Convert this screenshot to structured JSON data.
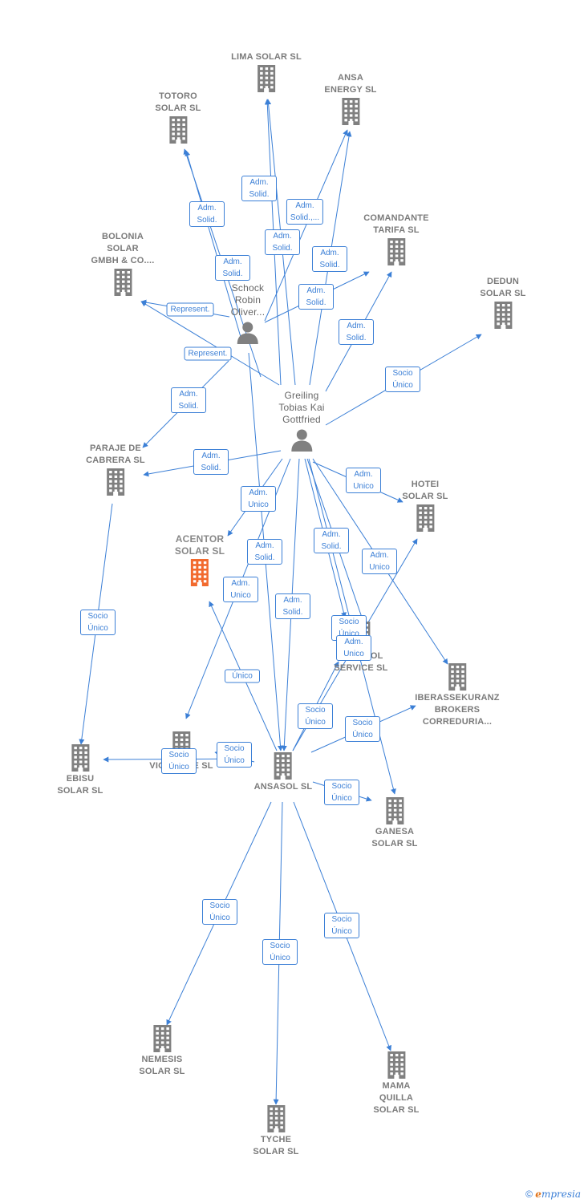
{
  "colors": {
    "edge": "#3b7fd6",
    "building": "#808080",
    "highlight": "#f26a2e",
    "person": "#808080"
  },
  "nodes": [
    {
      "id": "lima",
      "label": "LIMA SOLAR SL",
      "kind": "company"
    },
    {
      "id": "ansa",
      "label": "ANSA\nENERGY SL",
      "kind": "company"
    },
    {
      "id": "totoro",
      "label": "TOTORO\nSOLAR SL",
      "kind": "company"
    },
    {
      "id": "comandante",
      "label": "COMANDANTE\nTARIFA SL",
      "kind": "company"
    },
    {
      "id": "bolonia",
      "label": "BOLONIA\nSOLAR\nGMBH & CO....",
      "kind": "company"
    },
    {
      "id": "dedun",
      "label": "DEDUN\nSOLAR SL",
      "kind": "company"
    },
    {
      "id": "schock",
      "label": "Schock\nRobin\nOliver...",
      "kind": "person"
    },
    {
      "id": "greiling",
      "label": "Greiling\nTobias Kai\nGottfried",
      "kind": "person"
    },
    {
      "id": "paraje",
      "label": "PARAJE DE\nCABRERA SL",
      "kind": "company"
    },
    {
      "id": "hotei",
      "label": "HOTEI\nSOLAR SL",
      "kind": "company"
    },
    {
      "id": "acentor",
      "label": "ACENTOR\nSOLAR SL",
      "kind": "highlight"
    },
    {
      "id": "ansasol_service",
      "label": "ANSASOL\nSERVICE SL",
      "kind": "company"
    },
    {
      "id": "iberassekuranz",
      "label": "IBERASSEKURANZ\nBROKERS\nCORREDURIA...",
      "kind": "company"
    },
    {
      "id": "vigilance",
      "label": "VIGILANCE SL",
      "kind": "company"
    },
    {
      "id": "ebisu",
      "label": "EBISU\nSOLAR SL",
      "kind": "company"
    },
    {
      "id": "ansasol",
      "label": "ANSASOL SL",
      "kind": "company"
    },
    {
      "id": "ganesa",
      "label": "GANESA\nSOLAR SL",
      "kind": "company"
    },
    {
      "id": "nemesis",
      "label": "NEMESIS\nSOLAR SL",
      "kind": "company"
    },
    {
      "id": "mama",
      "label": "MAMA\nQUILLA\nSOLAR SL",
      "kind": "company"
    },
    {
      "id": "tyche",
      "label": "TYCHE\nSOLAR SL",
      "kind": "company"
    }
  ],
  "edge_labels": [
    {
      "id": "e1",
      "text": "Adm.\nSolid."
    },
    {
      "id": "e2",
      "text": "Adm.\nSolid."
    },
    {
      "id": "e3",
      "text": "Adm.\nSolid.,..."
    },
    {
      "id": "e4",
      "text": "Adm.\nSolid."
    },
    {
      "id": "e5",
      "text": "Adm.\nSolid."
    },
    {
      "id": "e6",
      "text": "Adm.\nSolid."
    },
    {
      "id": "e7",
      "text": "Adm.\nSolid."
    },
    {
      "id": "e8",
      "text": "Represent."
    },
    {
      "id": "e9",
      "text": "Represent."
    },
    {
      "id": "e10",
      "text": "Adm.\nSolid."
    },
    {
      "id": "e11",
      "text": "Socio\nÚnico"
    },
    {
      "id": "e12",
      "text": "Adm.\nSolid."
    },
    {
      "id": "e13",
      "text": "Adm.\nSolid."
    },
    {
      "id": "e14",
      "text": "Adm.\nUnico"
    },
    {
      "id": "e15",
      "text": "Adm.\nUnico"
    },
    {
      "id": "e16",
      "text": "Adm.\nSolid."
    },
    {
      "id": "e17",
      "text": "Adm.\nSolid."
    },
    {
      "id": "e18",
      "text": "Adm.\nUnico"
    },
    {
      "id": "e19",
      "text": "Adm.\nUnico"
    },
    {
      "id": "e20",
      "text": "Adm.\nSolid."
    },
    {
      "id": "e21",
      "text": "Socio\nÚnico"
    },
    {
      "id": "e22",
      "text": "Adm.\nUnico"
    },
    {
      "id": "e23",
      "text": "Único"
    },
    {
      "id": "e24",
      "text": "Socio\nÚnico"
    },
    {
      "id": "e25",
      "text": "Socio\nÚnico"
    },
    {
      "id": "e26",
      "text": "Socio\nÚnico"
    },
    {
      "id": "e27",
      "text": "Socio\nÚnico"
    },
    {
      "id": "e28",
      "text": "Socio\nÚnico"
    },
    {
      "id": "e29",
      "text": "Socio\nÚnico"
    },
    {
      "id": "e30",
      "text": "Socio\nÚnico"
    },
    {
      "id": "e31",
      "text": "Socio\nÚnico"
    },
    {
      "id": "e32",
      "text": "Socio\nÚnico"
    }
  ],
  "footer": {
    "copyright": "©",
    "brand_first": "e",
    "brand_rest": "mpresia"
  }
}
